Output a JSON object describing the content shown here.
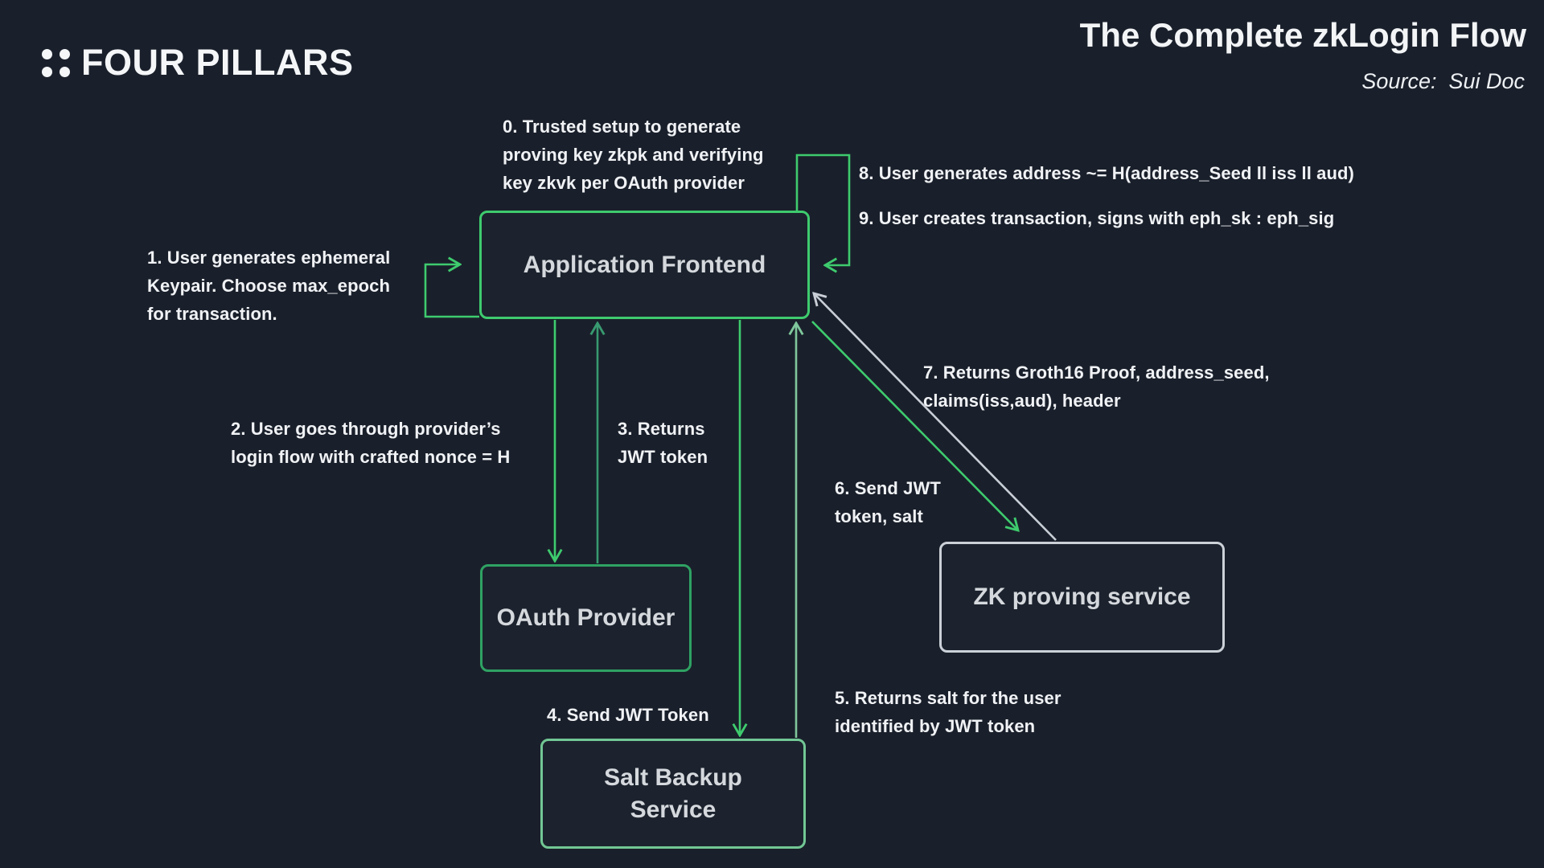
{
  "header": {
    "brand": "FOUR PILLARS",
    "title": "The Complete zkLogin Flow",
    "source": "Source:  Sui Doc"
  },
  "nodes": {
    "application_frontend": {
      "label": "Application Frontend"
    },
    "oauth_provider": {
      "label": "OAuth Provider"
    },
    "zk_proving_service": {
      "label": "ZK proving service"
    },
    "salt_backup_service": {
      "label": "Salt Backup\nService"
    }
  },
  "steps": {
    "s0": "0. Trusted setup to generate\nproving key zkpk and verifying\nkey zkvk per OAuth provider",
    "s1": "1. User generates ephemeral\nKeypair. Choose max_epoch\nfor transaction.",
    "s2": "2. User goes through provider’s\nlogin flow with crafted nonce = H",
    "s3": "3. Returns\nJWT token",
    "s4": "4. Send JWT Token",
    "s5": "5. Returns salt for the user\nidentified by JWT token",
    "s6": "6. Send JWT\ntoken, salt",
    "s7": "7. Returns Groth16 Proof, address_seed,\nclaims(iss,aud), header",
    "s8": "8. User generates address ~= H(address_Seed ll iss ll aud)",
    "s9": "9. User creates transaction, signs with eph_sk : eph_sig"
  },
  "colors": {
    "background": "#1a202b",
    "green_bright": "#3ecb6e",
    "green_dark": "#2fa263",
    "green_muted": "#389a70",
    "green_light": "#7fc79c",
    "gray_line": "#c9ced6",
    "step_text": "#f0f2f5",
    "node_text": "#d5d9dd"
  }
}
